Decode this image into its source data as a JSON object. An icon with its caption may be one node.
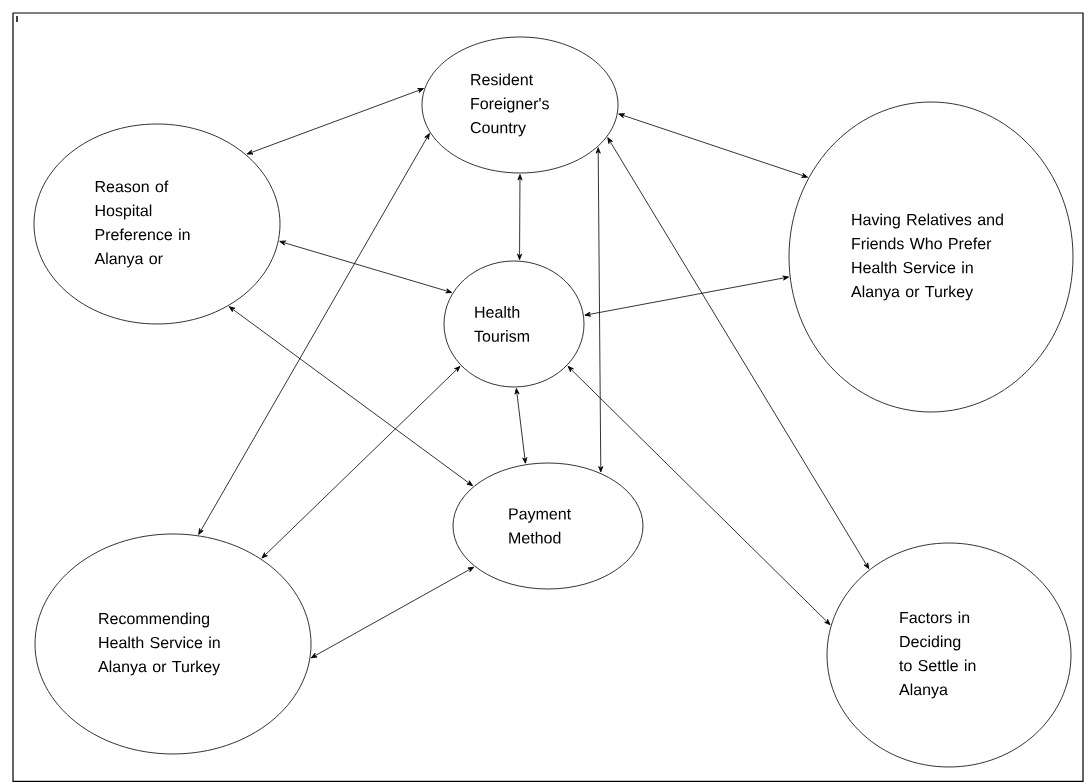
{
  "diagram": {
    "nodes": [
      {
        "text": [
          "Resident Foreigner's Country"
        ]
      },
      {
        "text": [
          "Reason of Hospital Preference in Alanya or"
        ]
      },
      {
        "text": [
          "Having Relatives and Friends Who Prefer Health Service in Alanya or Turkey"
        ]
      },
      {
        "text": [
          "Health Tourism"
        ]
      },
      {
        "text": [
          "Payment Method"
        ]
      },
      {
        "text": [
          "Recommending Health Service in Alanya or Turkey"
        ]
      },
      {
        "text": [
          "Factors in Deciding to Settle in Alanya"
        ]
      }
    ],
    "edges": [
      {
        "from": 0,
        "to": 1,
        "arrow": "both"
      },
      {
        "from": 0,
        "to": 2,
        "arrow": "both"
      },
      {
        "from": 0,
        "to": 3,
        "arrow": "both"
      },
      {
        "from": 1,
        "to": 3,
        "arrow": "both"
      },
      {
        "from": 3,
        "to": 2,
        "arrow": "both"
      },
      {
        "from": 0,
        "to": 5,
        "arrow": "both"
      },
      {
        "from": 3,
        "to": 5,
        "arrow": "both"
      },
      {
        "from": 1,
        "to": 4,
        "arrow": "both"
      },
      {
        "from": 3,
        "to": 4,
        "arrow": "both"
      },
      {
        "from": 0,
        "to": 4,
        "arrow": "both"
      },
      {
        "from": 0,
        "to": 6,
        "arrow": "both"
      },
      {
        "from": 3,
        "to": 6,
        "arrow": "both"
      },
      {
        "from": 4,
        "to": 5,
        "arrow": "both"
      }
    ]
  }
}
